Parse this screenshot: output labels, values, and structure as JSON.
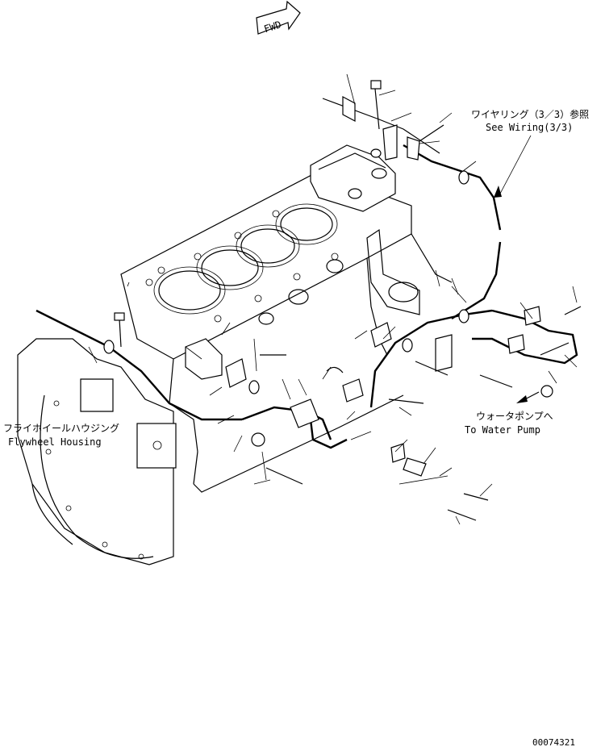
{
  "fwd_label": "FWD",
  "wiring_ref": {
    "jp": "ワイヤリング（3／3）参照",
    "en": "See Wiring(3/3)"
  },
  "flywheel_housing": {
    "jp": "フライホイールハウジング",
    "en": "Flywheel Housing"
  },
  "water_pump": {
    "jp": "ウォータポンプへ",
    "en": "To Water Pump"
  },
  "drawing_number": "00074321"
}
